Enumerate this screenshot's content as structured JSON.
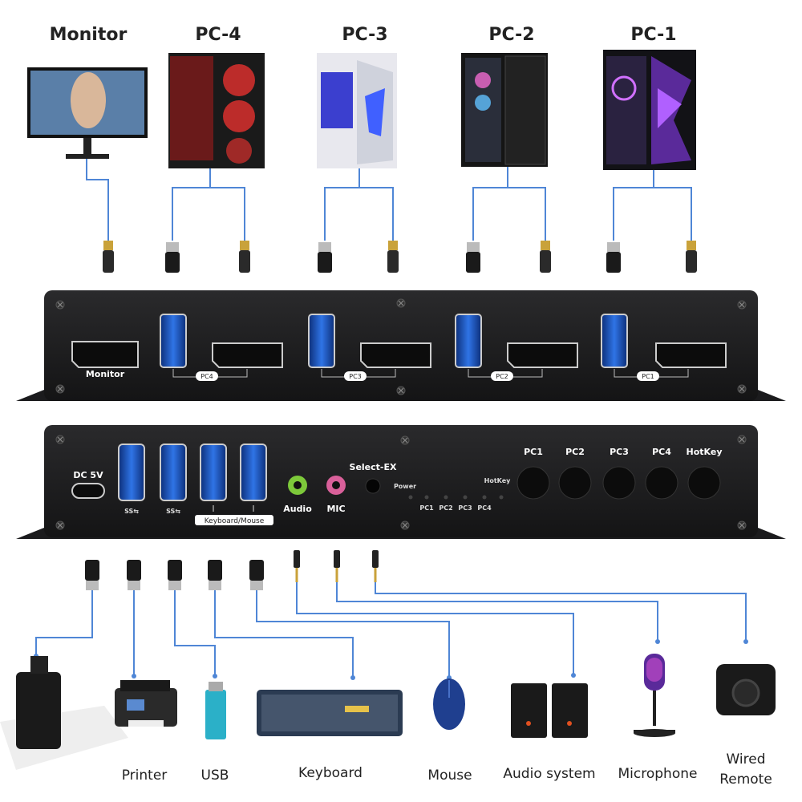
{
  "top_labels": {
    "monitor": "Monitor",
    "pc4": "PC-4",
    "pc3": "PC-3",
    "pc2": "PC-2",
    "pc1": "PC-1"
  },
  "front_panel": {
    "monitor_port": "Monitor",
    "groups": [
      "PC4",
      "PC3",
      "PC2",
      "PC1"
    ]
  },
  "rear_panel": {
    "dc": "DC 5V",
    "usb_badge": "SS⇆",
    "kbm": "Keyboard/Mouse",
    "audio": "Audio",
    "mic": "MIC",
    "select": "Select-EX",
    "power": "Power",
    "hotkey_small": "HotKey",
    "leds": [
      "PC1",
      "PC2",
      "PC3",
      "PC4"
    ],
    "buttons": [
      "PC1",
      "PC2",
      "PC3",
      "PC4",
      "HotKey"
    ]
  },
  "bottom_labels": {
    "printer": "Printer",
    "usb": "USB",
    "keyboard": "Keyboard",
    "mouse": "Mouse",
    "audio": "Audio system",
    "mic": "Microphone",
    "remote1": "Wired",
    "remote2": "Remote"
  },
  "colors": {
    "cable": "#4f86d6",
    "usb_blue": "#1f5fd1",
    "chassis": "#1b1b1d",
    "audio_green": "#7dc93a",
    "mic_pink": "#d9609a"
  }
}
